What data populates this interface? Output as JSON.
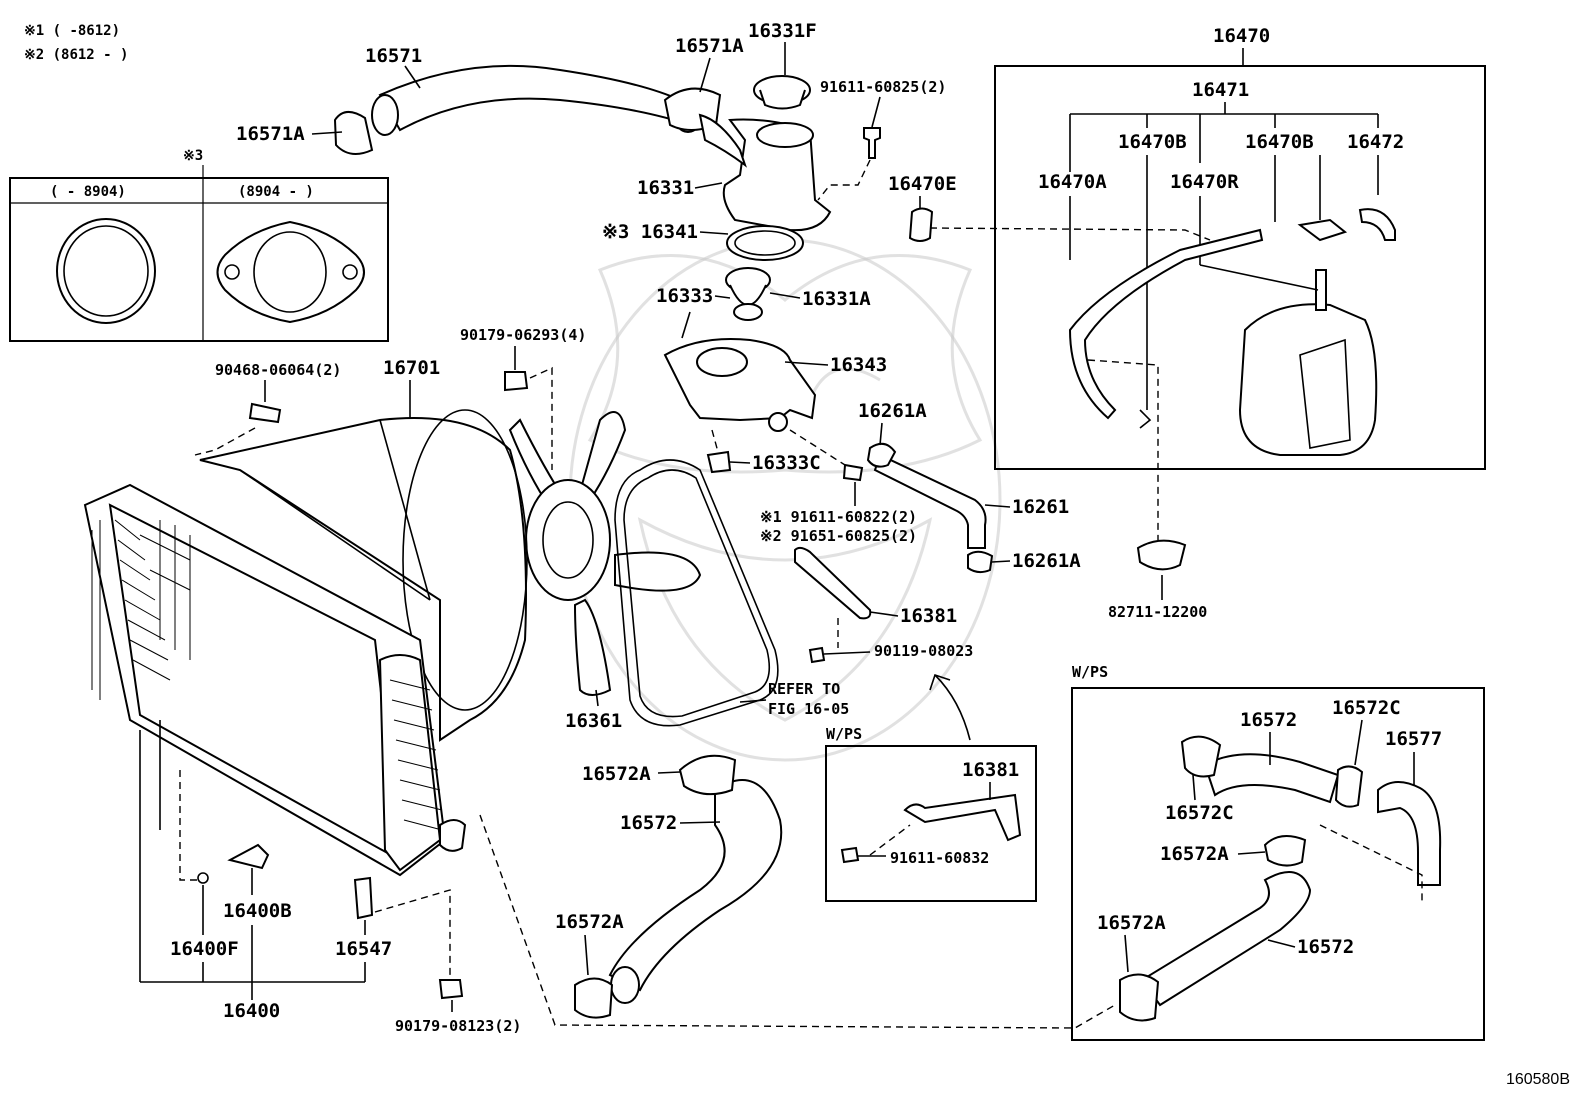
{
  "diagram_id": "160580B",
  "notes": {
    "n1": "※1 (    -8612)",
    "n2": "※2 (8612 -     )",
    "n3": "※3"
  },
  "gasket_inset": {
    "left_header": "(    - 8904)",
    "right_header": "(8904 -     )"
  },
  "labels": {
    "p16571": "16571",
    "p16571A_top": "16571A",
    "p16571A_left": "16571A",
    "p16331F": "16331F",
    "p91611_60825": "91611-60825(2)",
    "p16331": "16331",
    "p16341": "※3 16341",
    "p16333": "16333",
    "p16331A": "16331A",
    "p16343": "16343",
    "p90179_06293": "90179-06293(4)",
    "p90468_06064": "90468-06064(2)",
    "p16701": "16701",
    "p16333C": "16333C",
    "p16261A_top": "16261A",
    "p16261": "16261",
    "p16261A_bot": "16261A",
    "p91611_60822": "※1 91611-60822(2)",
    "p91651_60825": "※2 91651-60825(2)",
    "p16381": "16381",
    "p90119_08023": "90119-08023",
    "p16361": "16361",
    "refer1": "REFER TO",
    "refer2": "FIG 16-05",
    "p16572A_mid": "16572A",
    "p16572_mid": "16572",
    "p16572A_low": "16572A",
    "p16400B": "16400B",
    "p16400F": "16400F",
    "p16547": "16547",
    "p16400": "16400",
    "p90179_08123": "90179-08123(2)",
    "p16470": "16470",
    "p16471": "16471",
    "p16470B_a": "16470B",
    "p16470B_b": "16470B",
    "p16472": "16472",
    "p16470A": "16470A",
    "p16470R": "16470R",
    "p16470E": "16470E",
    "p82711_12200": "82711-12200",
    "wps1": "W/PS",
    "wps1_16381": "16381",
    "wps1_91611_60832": "91611-60832",
    "wps2": "W/PS",
    "wps2_16572_top": "16572",
    "wps2_16572C_top": "16572C",
    "wps2_16577": "16577",
    "wps2_16572C_left": "16572C",
    "wps2_16572A_a": "16572A",
    "wps2_16572A_b": "16572A",
    "wps2_16572_bot": "16572"
  }
}
